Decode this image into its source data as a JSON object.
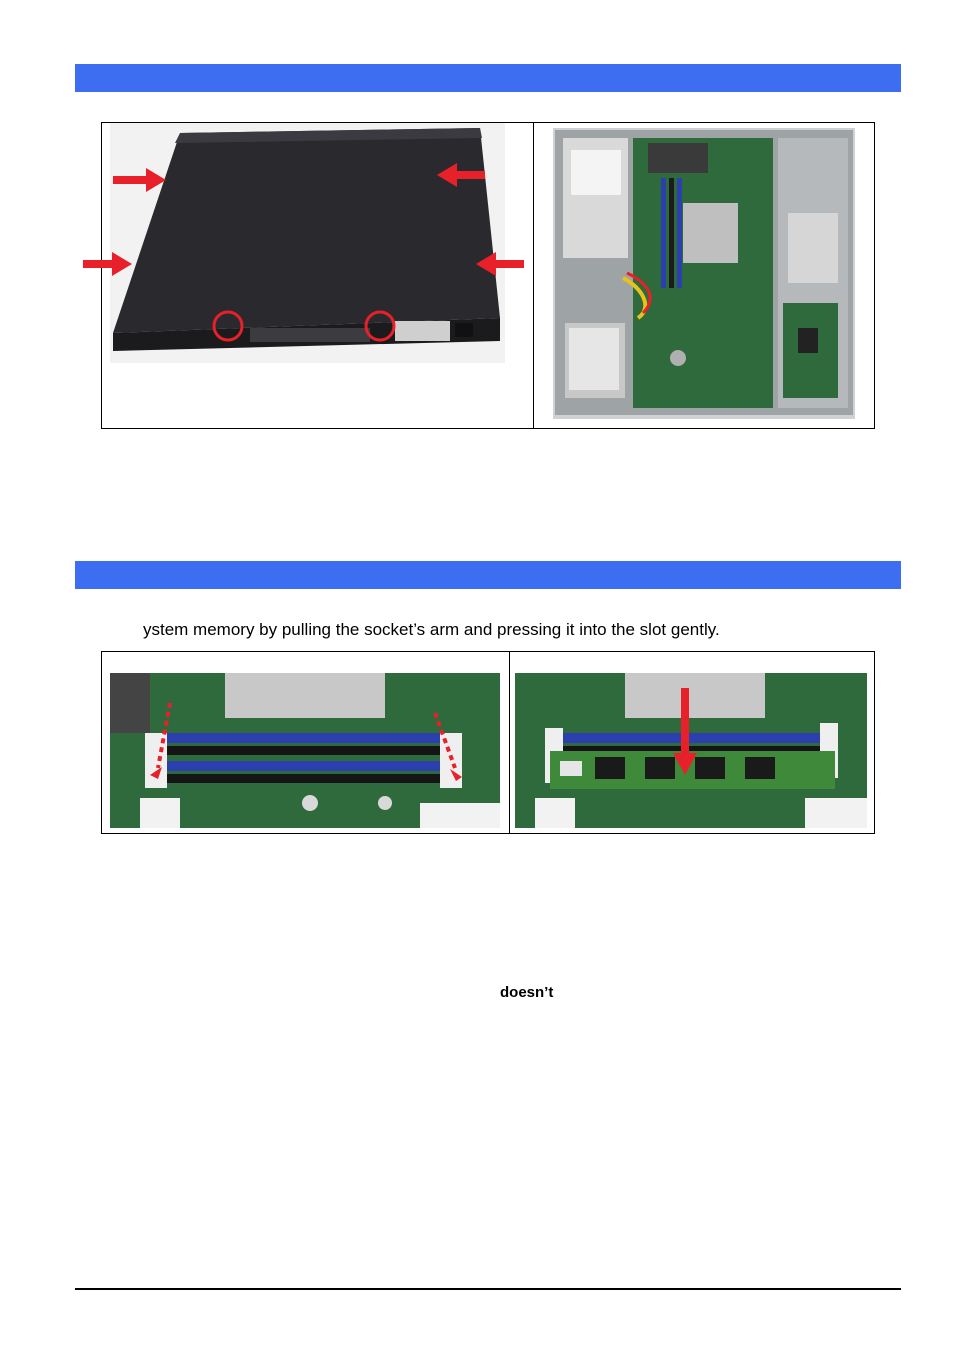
{
  "sections": [
    {
      "id": "remove-cover"
    },
    {
      "id": "install-memory"
    }
  ],
  "memory_instruction": "ystem memory by pulling the socket’s arm and pressing it into the slot gently.",
  "emphasis_word": "doesn’t",
  "colors": {
    "section_bar": "#3d6ef2",
    "arrow": "#e8202a",
    "board": "#2f6a3c",
    "dimm_slot": "#2b3fae"
  },
  "figures": {
    "cover_photo": {
      "icon": "server-chassis-closed",
      "arrows": 4,
      "circled_screws": 2
    },
    "interior_photo": {
      "icon": "server-chassis-open"
    },
    "memory_open_photo": {
      "icon": "dimm-slots-open"
    },
    "memory_insert_photo": {
      "icon": "dimm-insert"
    }
  }
}
